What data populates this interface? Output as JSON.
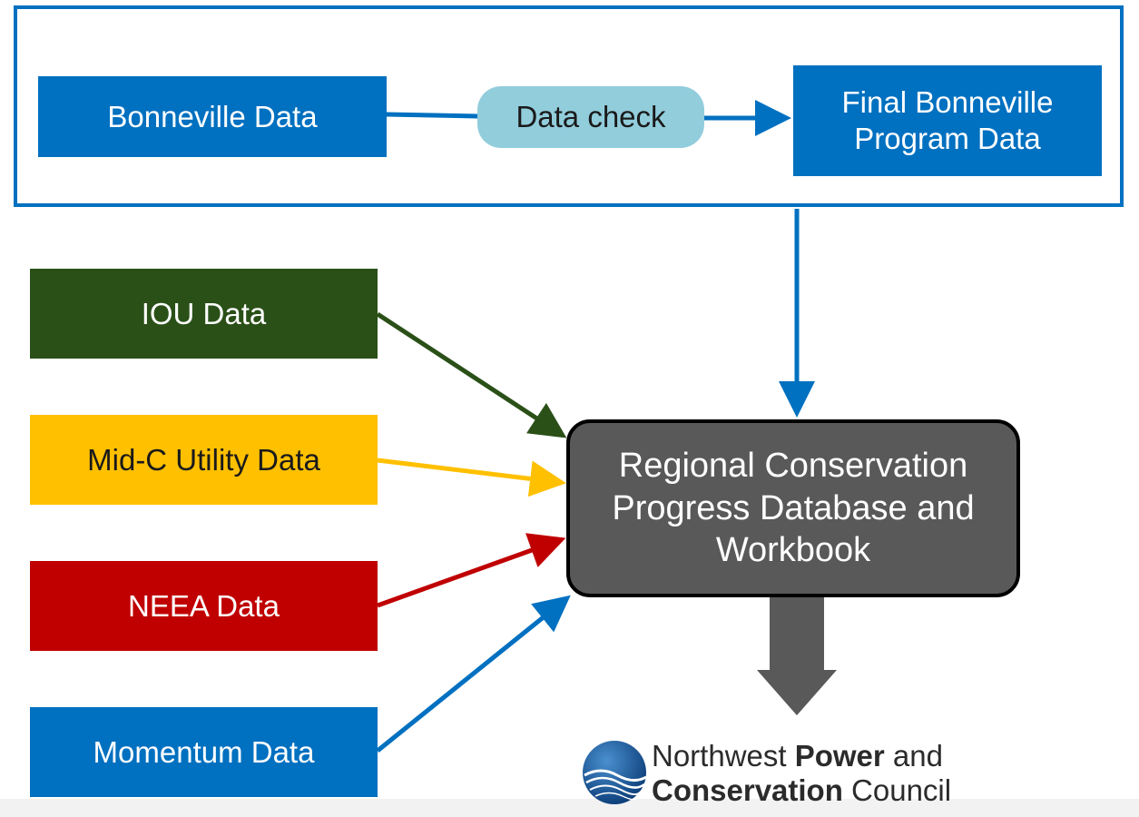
{
  "nodes": {
    "bonneville_data": "Bonneville Data",
    "data_check": "Data check",
    "final_bonneville": "Final Bonneville Program Data",
    "iou_data": "IOU Data",
    "midc_data": "Mid-C Utility Data",
    "neea_data": "NEEA Data",
    "momentum_data": "Momentum Data",
    "regional_db": "Regional Conservation Progress Database and Workbook"
  },
  "logo": {
    "line1_regular": "Northwest ",
    "line1_bold": "Power",
    "line1_tail": " and",
    "line2_bold": "Conservation",
    "line2_tail": " Council"
  },
  "colors": {
    "blue": "#0070c0",
    "green": "#2a5018",
    "yellow": "#ffc000",
    "red": "#c00000",
    "pill": "#92cddc",
    "database": "#595959",
    "big_arrow": "#595959"
  }
}
